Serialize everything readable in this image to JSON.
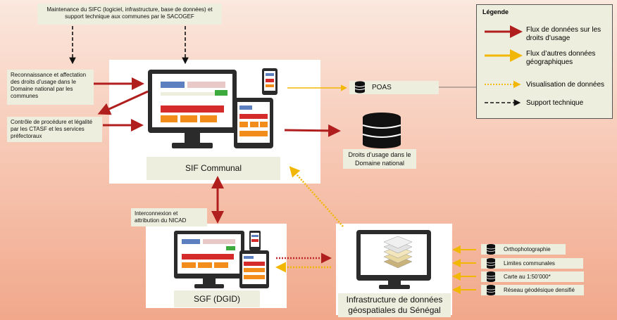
{
  "top_note": "Maintenance du SIFC (logiciel, infrastructure, base de données) et support technique aux communes par le SACOGEF",
  "left_note_1": "Reconnaissance et affectation des droits d’usage dans le Domaine national par les communes",
  "left_note_2": "Contrôle de procédure et légalité par les CTASF et les services préfectoraux",
  "sif_label": "SIF Communal",
  "poas_label": "POAS",
  "droits_label": "Droits d’usage dans le Domaine national",
  "interconnexion_note": "Interconnexion et attribution du NICAD",
  "sgf_label": "SGF (DGID)",
  "ids_label": "Infrastructure de données géospatiales du Sénégal",
  "data_layers": [
    "Orthophotographie",
    "Limites communales",
    "Carte au 1:50’000*",
    "Réseau géodésique densifié"
  ],
  "legend": {
    "title": "Légende",
    "items": [
      "Flux de données sur les droits d’usage",
      "Flux d’autres données géographiques",
      "Visualisation de données",
      "Support technique"
    ]
  },
  "colors": {
    "rights_flow": "#b01e1e",
    "geo_flow": "#f2b705",
    "dotted_flow": "#f2b705",
    "panel_bg": "#eeeede"
  }
}
